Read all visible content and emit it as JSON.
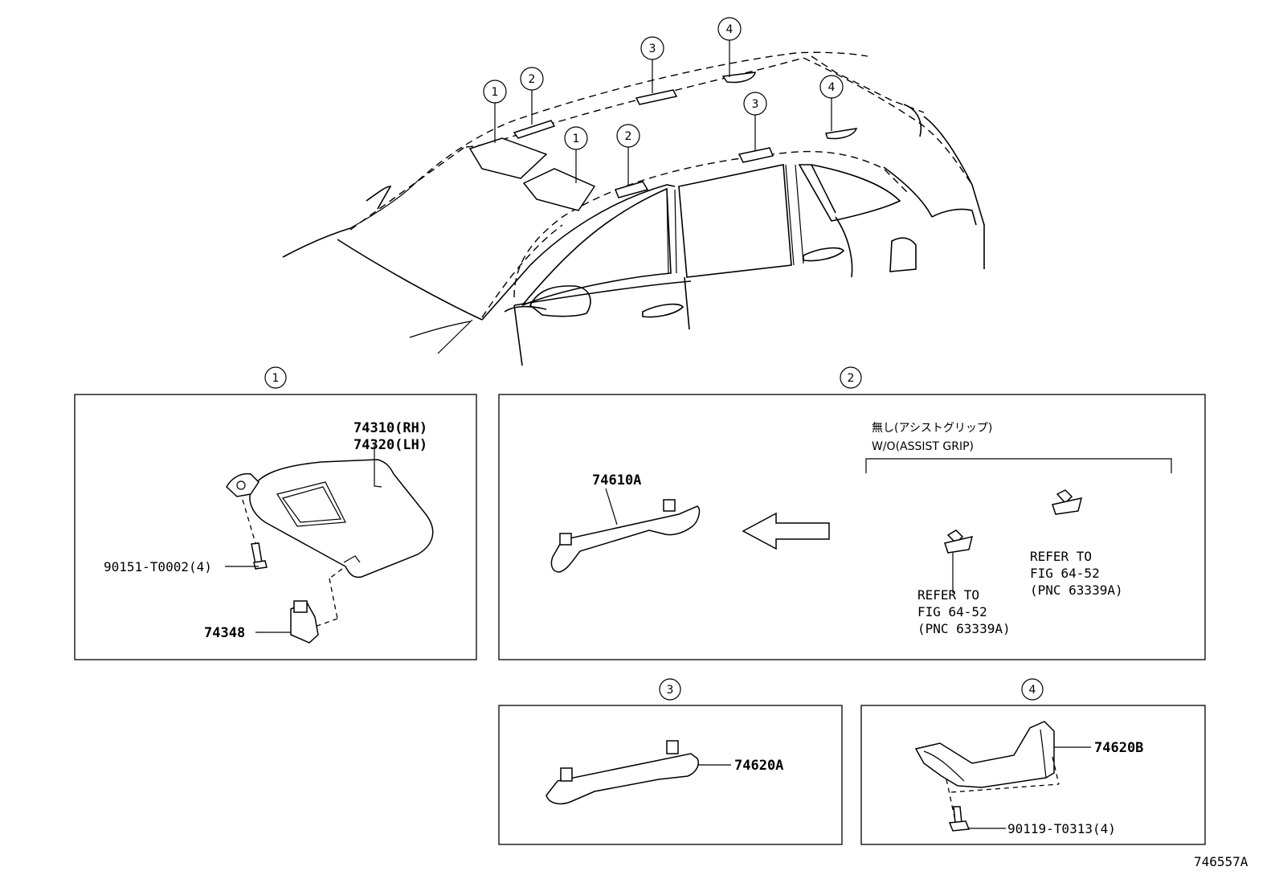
{
  "car_callouts": [
    "1",
    "2",
    "1",
    "2",
    "3",
    "4",
    "3",
    "4"
  ],
  "sections": {
    "s1": {
      "number": "1",
      "labels": {
        "visor_rh": "74310(RH)",
        "visor_lh": "74320(LH)",
        "screw": "90151-T0002(4)",
        "holder": "74348"
      }
    },
    "s2": {
      "number": "2",
      "labels": {
        "grip": "74610A",
        "note_jp": "無し(アシストグリップ)",
        "note_en": "W/O(ASSIST GRIP)",
        "refer_a_1": "REFER TO",
        "refer_a_2": "FIG 64-52",
        "refer_a_3": "(PNC 63339A)",
        "refer_b_1": "REFER TO",
        "refer_b_2": "FIG 64-52",
        "refer_b_3": "(PNC 63339A)"
      }
    },
    "s3": {
      "number": "3",
      "labels": {
        "grip": "74620A"
      }
    },
    "s4": {
      "number": "4",
      "labels": {
        "grip": "74620B",
        "screw": "90119-T0313(4)"
      }
    }
  },
  "figure_id": "746557A"
}
